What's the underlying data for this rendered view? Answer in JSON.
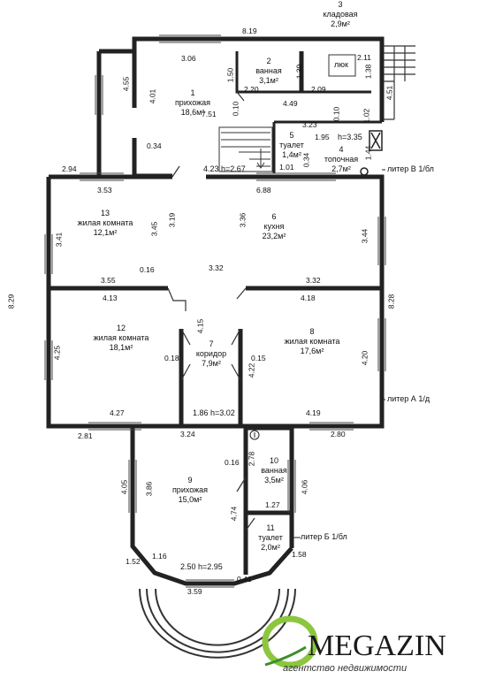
{
  "rooms": [
    {
      "num": "1",
      "name": "прихожая",
      "area": "18,6м²"
    },
    {
      "num": "2",
      "name": "ванная",
      "area": "3,1м²"
    },
    {
      "num": "3",
      "name": "кладовая",
      "area": "2,9м²"
    },
    {
      "num": "4",
      "name": "топочная",
      "area": "2,7м²"
    },
    {
      "num": "5",
      "name": "туалет",
      "area": "1,4м²"
    },
    {
      "num": "6",
      "name": "кухня",
      "area": "23,2м²"
    },
    {
      "num": "7",
      "name": "коридор",
      "area": "7,9м²"
    },
    {
      "num": "8",
      "name": "жилая комната",
      "area": "17,6м²"
    },
    {
      "num": "9",
      "name": "прихожая",
      "area": "15,0м²"
    },
    {
      "num": "10",
      "name": "ванная",
      "area": "3,5м²"
    },
    {
      "num": "11",
      "name": "туалет",
      "area": "2,0м²"
    },
    {
      "num": "12",
      "name": "жилая комната",
      "area": "18,1м²"
    },
    {
      "num": "13",
      "name": "жилая комната",
      "area": "12,1м²"
    }
  ],
  "hatch_label": "люк",
  "litera": {
    "a": "литер А 1/д",
    "b": "литер Б 1/бл",
    "v": "литер В 1/бл"
  },
  "heights": {
    "h1": "4.23 h=2.67",
    "h2": "h=3.35",
    "h3": "1.86 h=3.02",
    "h4": "2.50 h=2.95"
  },
  "dims": [
    "8.19",
    "3.06",
    "4.55",
    "4.01",
    "1.50",
    "2.20",
    "1.39",
    "2.11",
    "1.38",
    "2.09",
    "4.51",
    "1.02",
    "7.51",
    "0.10",
    "4.49",
    "3.23",
    "0.10",
    "1.95",
    "1.44",
    "0.34",
    "1.01",
    "0.34",
    "2.94",
    "3.53",
    "6.88",
    "3.45",
    "3.19",
    "3.36",
    "3.41",
    "3.44",
    "0.16",
    "3.32",
    "3.55",
    "3.32",
    "8.29",
    "4.13",
    "4.18",
    "8.28",
    "4.15",
    "4.25",
    "0.18",
    "0.15",
    "4.22",
    "4.20",
    "4.27",
    "4.19",
    "2.81",
    "3.24",
    "2.80",
    "0.16",
    "2.78",
    "4.05",
    "3.86",
    "4.74",
    "4.06",
    "1.27",
    "1.52",
    "1.16",
    "1.58",
    "3.59",
    "0.41"
  ],
  "logo": {
    "text": "MEGAZIN",
    "subtitle": "агентство недвижимости"
  }
}
